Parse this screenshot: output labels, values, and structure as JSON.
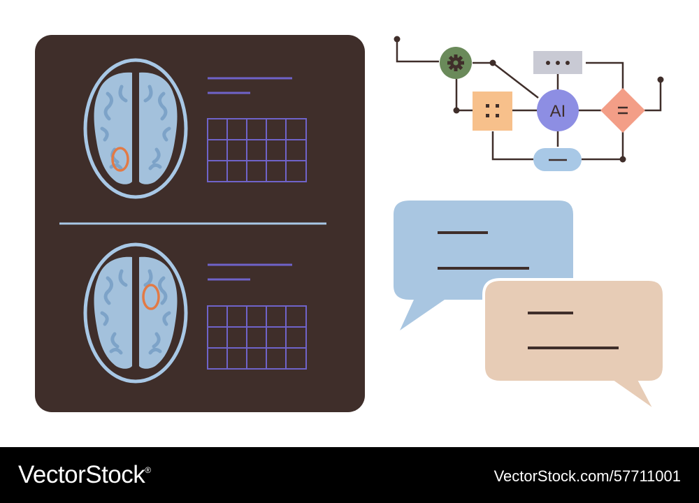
{
  "diagram": {
    "ai_node_label": "AI",
    "colors": {
      "panel": "#3f2e2a",
      "scan_outline": "#a8c8e6",
      "brain_fill": "#a3c1dc",
      "brain_shadow": "#7da3c8",
      "lesion": "#e27a45",
      "report_lines": "#6f63c9",
      "connector": "#3f2e2a",
      "gear_node": "#6a8a5a",
      "dots_node": "#c9cad4",
      "grid_node": "#f7c08b",
      "ai_node": "#8d8ee3",
      "diamond_node": "#f39e87",
      "pill_node": "#a8c8e6",
      "bubble_blue": "#a9c6e1",
      "bubble_tan": "#e7ccb6",
      "bubble_lines": "#3f2e2a"
    }
  },
  "footer": {
    "brand": "VectorStock",
    "brand_mark": "®",
    "image_id": "VectorStock.com/57711001"
  }
}
